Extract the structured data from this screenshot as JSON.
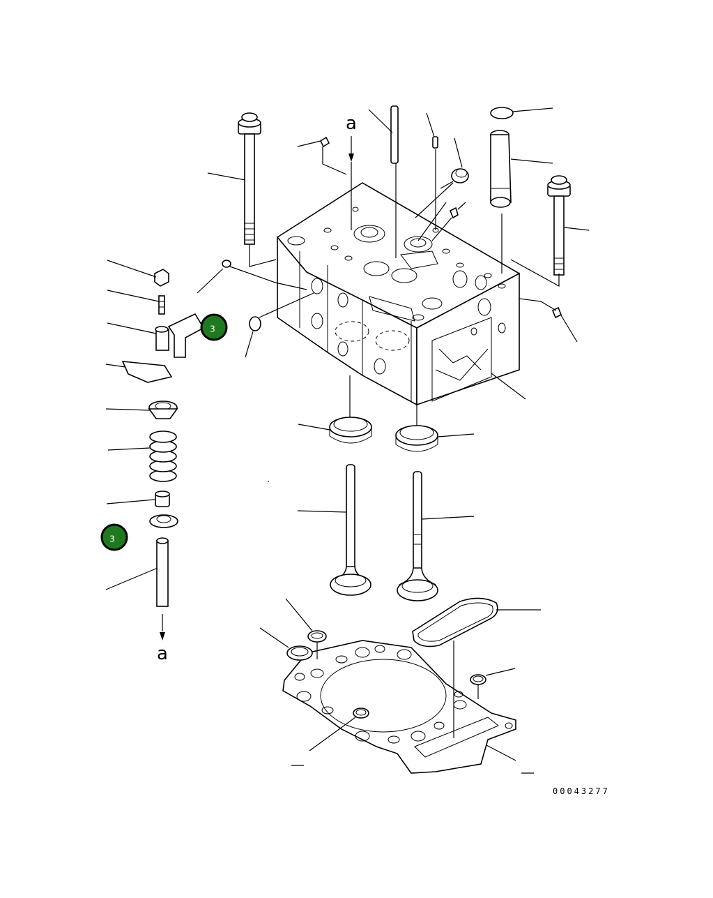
{
  "diagram": {
    "top_arrow_label": "a",
    "bottom_arrow_label": "a",
    "callout_upper": "3",
    "callout_lower": "3",
    "drawing_code": "00043277"
  }
}
